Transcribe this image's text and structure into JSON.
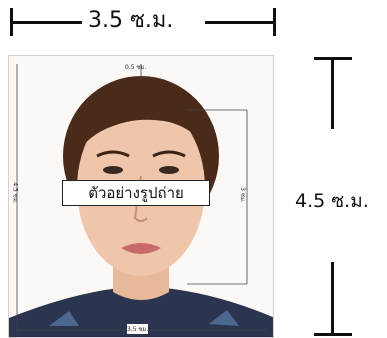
{
  "top_dimension": {
    "label": "3.5 ซ.ม."
  },
  "side_dimension": {
    "label": "4.5 ซ.ม."
  },
  "photo": {
    "sample_label": "ตัวอย่างรูปถ่าย",
    "top_guide_label": "0.5 ซม.",
    "left_guide_label": "4.5 ซม.",
    "right_guide_label": "3 ซม.",
    "bottom_guide_label": "3.5 ซม."
  },
  "colors": {
    "background": "#fbf8f6",
    "hair": "#4a2a18",
    "skin": "#efc6ab",
    "shirt": "#2b3550",
    "lines": "#111111"
  }
}
